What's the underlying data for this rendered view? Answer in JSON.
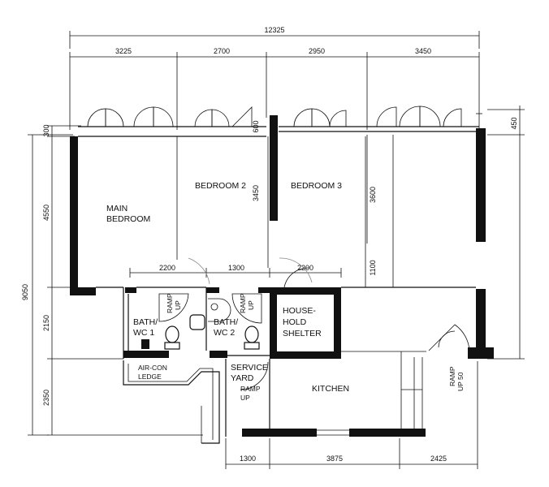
{
  "dimensions": {
    "overall_width": "12325",
    "top_segments": [
      "3225",
      "2700",
      "2950",
      "3450"
    ],
    "bottom_segments": [
      "1300",
      "3875",
      "2425"
    ],
    "left_overall": "9050",
    "left_segments": [
      "300",
      "4550",
      "2150",
      "2350"
    ],
    "right_top": "450",
    "inner": {
      "d600": "600",
      "d3450": "3450",
      "d3600": "3600",
      "d2200a": "2200",
      "d1300": "1300",
      "d2200b": "2200",
      "d1100": "1100"
    }
  },
  "rooms": {
    "main_bedroom": [
      "MAIN",
      "BEDROOM"
    ],
    "bedroom2": "BEDROOM 2",
    "bedroom3": "BEDROOM 3",
    "bath1": [
      "BATH/",
      "WC 1"
    ],
    "bath2": [
      "BATH/",
      "WC 2"
    ],
    "shelter": [
      "HOUSE-",
      "HOLD",
      "SHELTER"
    ],
    "aircon": [
      "AIR-CON",
      "LEDGE"
    ],
    "service": [
      "SERVICE",
      "YARD"
    ],
    "kitchen": "KITCHEN"
  },
  "ramps": {
    "ramp_bath1": [
      "RAMP",
      "UP"
    ],
    "ramp_bath2": [
      "RAMP",
      "UP"
    ],
    "ramp_service": [
      "RAMP",
      "UP"
    ],
    "ramp_entry": [
      "RAMP",
      "UP 50"
    ]
  }
}
